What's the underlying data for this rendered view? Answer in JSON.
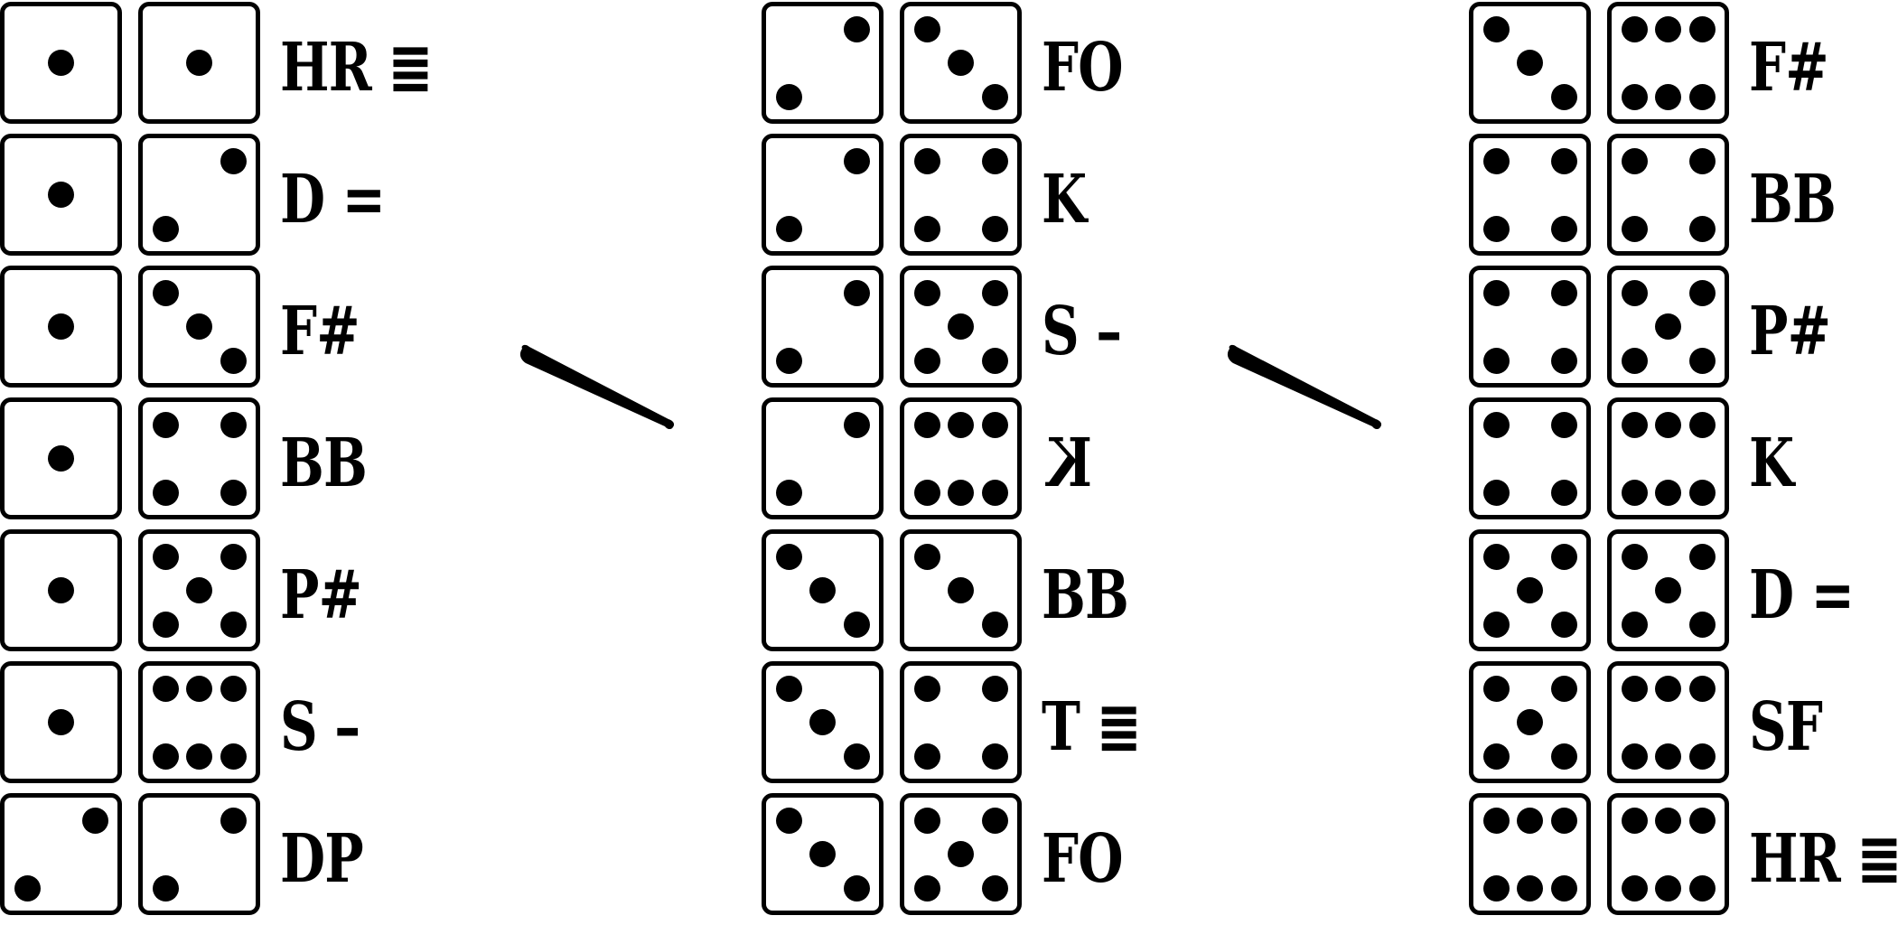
{
  "colors": {
    "ink": "#000000",
    "background": "#ffffff"
  },
  "groups": [
    {
      "rows": [
        {
          "die1": 1,
          "die2": 1,
          "label": "HR ≣"
        },
        {
          "die1": 1,
          "die2": 2,
          "label": "D ="
        },
        {
          "die1": 1,
          "die2": 3,
          "label": "F#"
        },
        {
          "die1": 1,
          "die2": 4,
          "label": "BB"
        },
        {
          "die1": 1,
          "die2": 5,
          "label": "P#"
        },
        {
          "die1": 1,
          "die2": 6,
          "label": "S –"
        },
        {
          "die1": 2,
          "die2": 2,
          "label": "DP"
        }
      ]
    },
    {
      "rows": [
        {
          "die1": 2,
          "die2": 3,
          "label": "FO"
        },
        {
          "die1": 2,
          "die2": 4,
          "label": "K"
        },
        {
          "die1": 2,
          "die2": 5,
          "label": "S –"
        },
        {
          "die1": 2,
          "die2": 6,
          "label": "K",
          "mirrored": true
        },
        {
          "die1": 3,
          "die2": 3,
          "label": "BB"
        },
        {
          "die1": 3,
          "die2": 4,
          "label": "T ≣"
        },
        {
          "die1": 3,
          "die2": 5,
          "label": "FO"
        }
      ]
    },
    {
      "rows": [
        {
          "die1": 3,
          "die2": 6,
          "label": "F#"
        },
        {
          "die1": 4,
          "die2": 4,
          "label": "BB"
        },
        {
          "die1": 4,
          "die2": 5,
          "label": "P#"
        },
        {
          "die1": 4,
          "die2": 6,
          "label": "K"
        },
        {
          "die1": 5,
          "die2": 5,
          "label": "D ="
        },
        {
          "die1": 5,
          "die2": 6,
          "label": "SF"
        },
        {
          "die1": 6,
          "die2": 6,
          "label": "HR ≣"
        }
      ]
    }
  ],
  "icons": {
    "separator": "baseball-bat-icon",
    "pip": "die-pip"
  }
}
